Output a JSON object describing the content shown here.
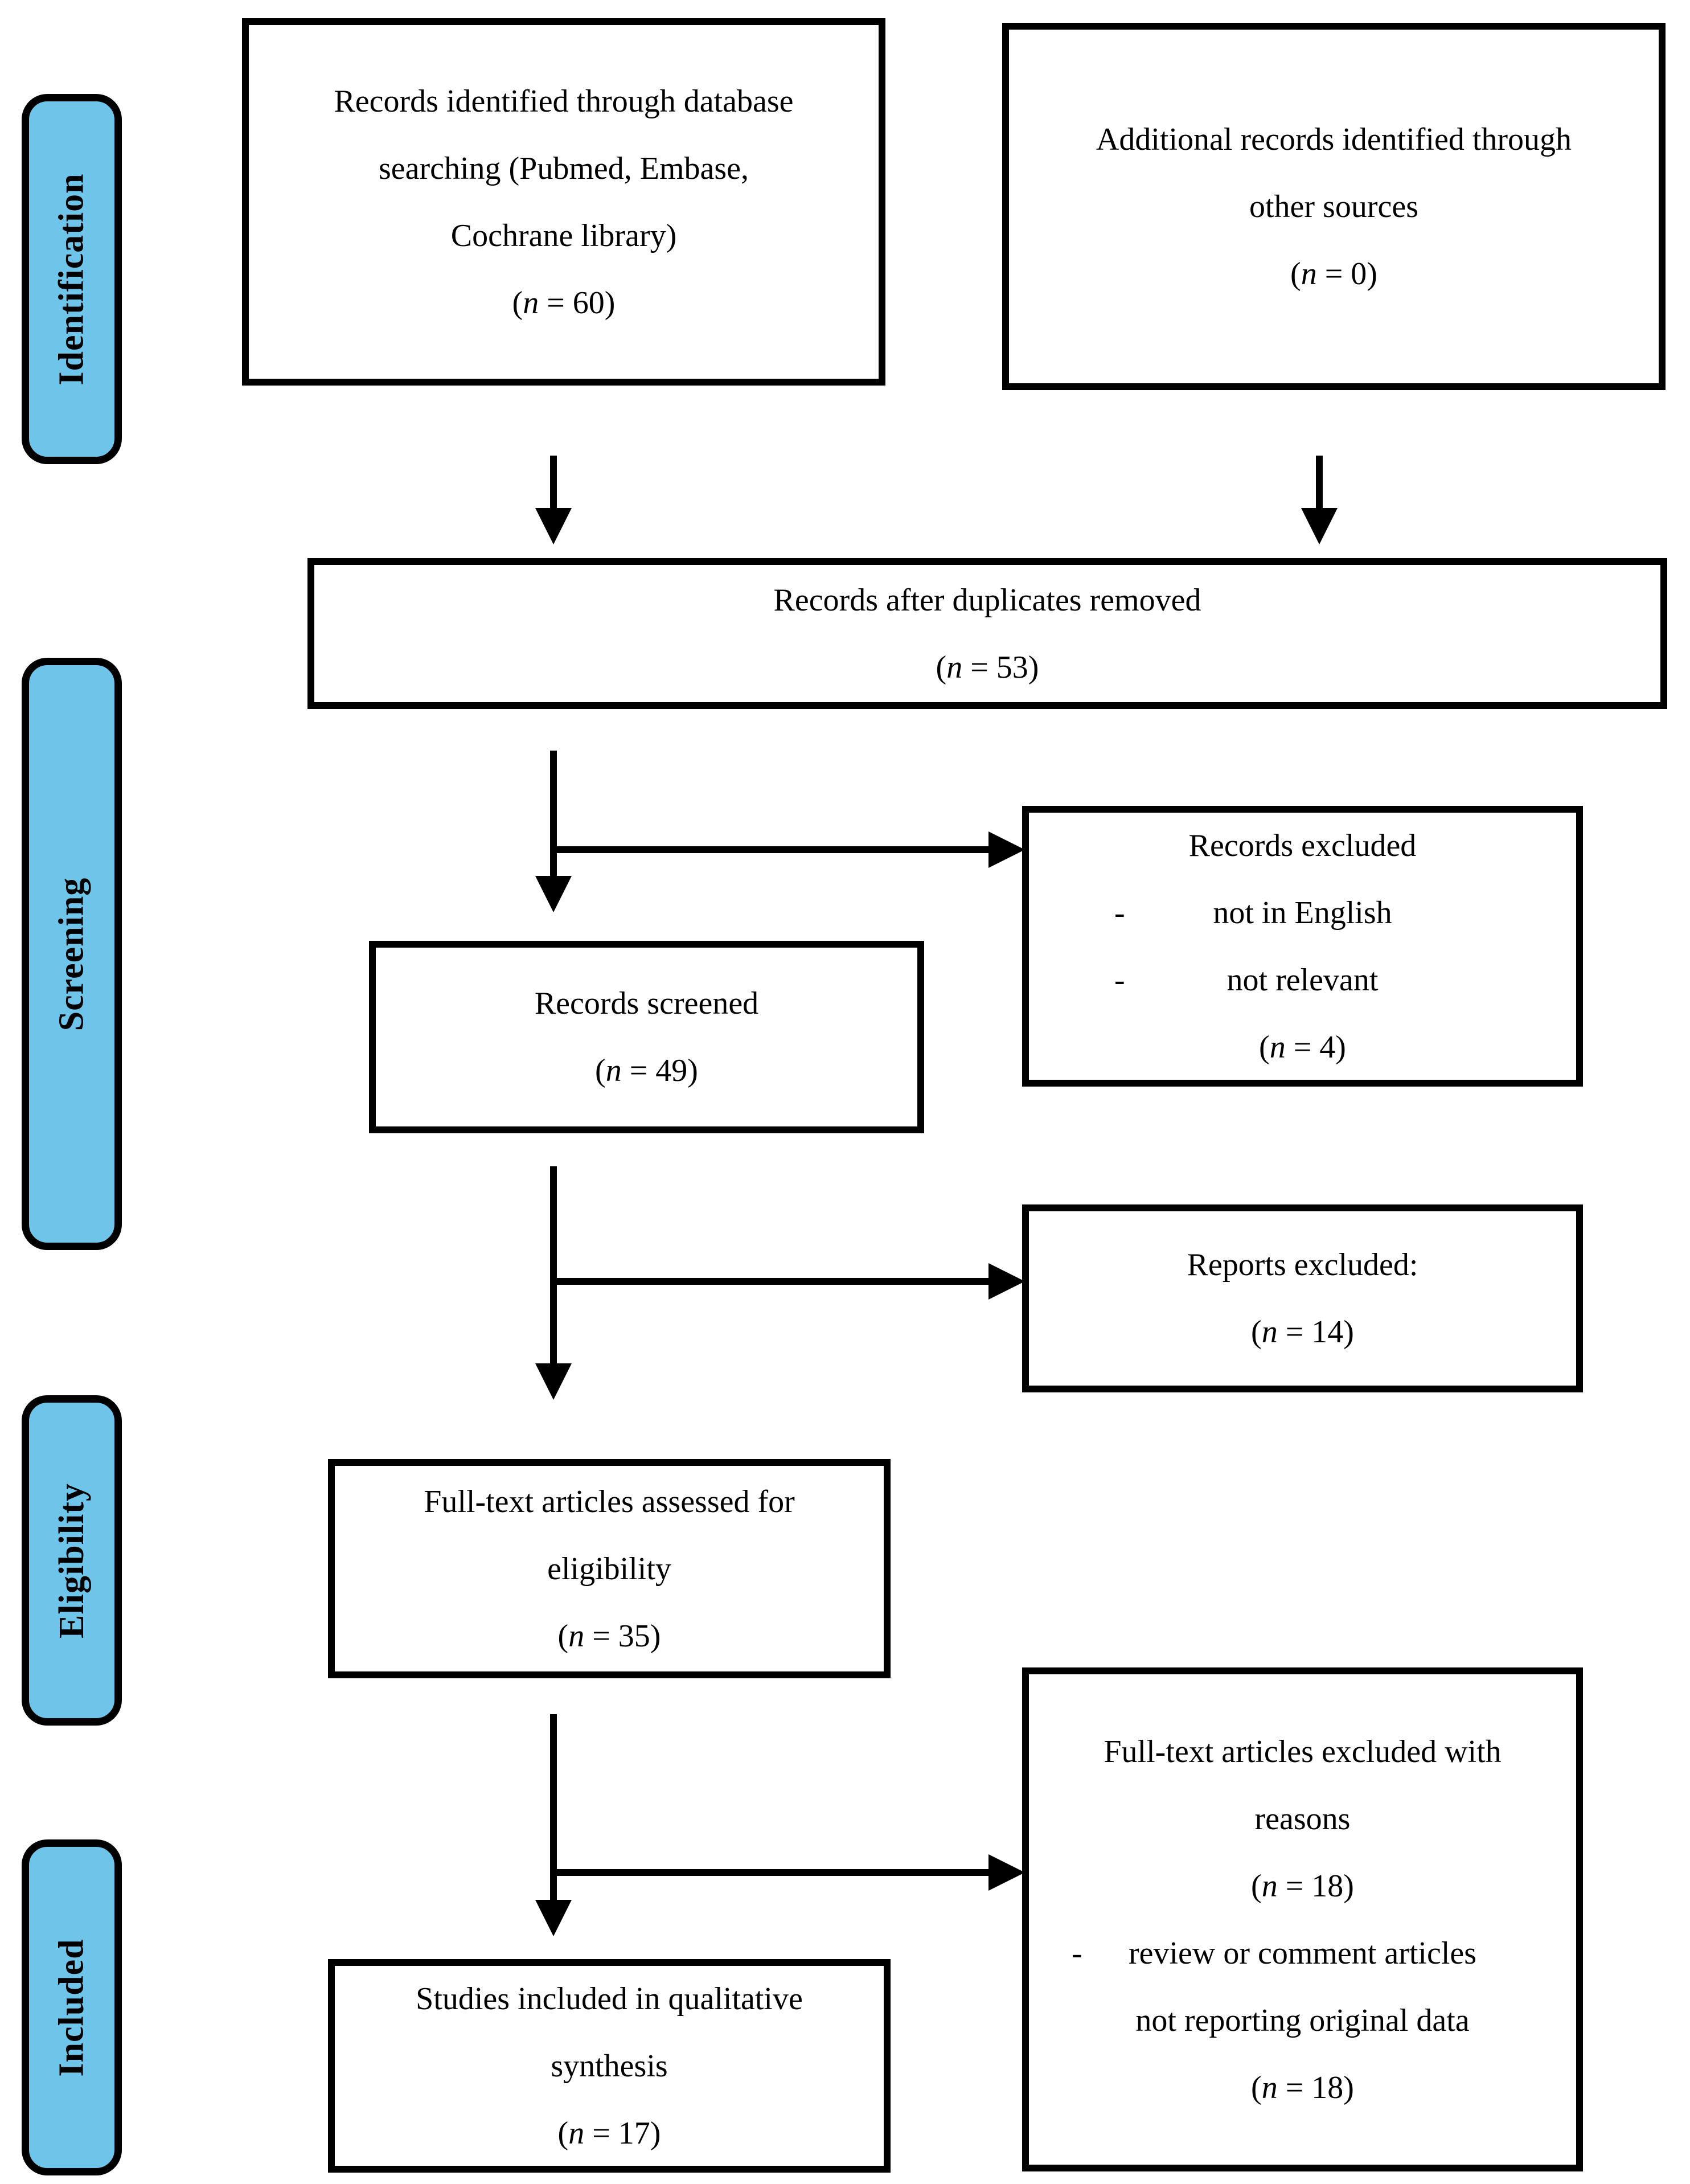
{
  "colors": {
    "stage_fill": "#6EC5E9",
    "line": "#000000",
    "background": "#ffffff"
  },
  "stages": {
    "identification": "Identification",
    "screening": "Screening",
    "eligibility": "Eligibility",
    "included": "Included"
  },
  "boxes": {
    "identified": {
      "line1": "Records identified through database",
      "line2": "searching (Pubmed, Embase,",
      "line3": "Cochrane library)",
      "n": "(n = 60)"
    },
    "additional": {
      "line1": "Additional records identified through",
      "line2": "other sources",
      "n": "(n = 0)"
    },
    "deduplicated": {
      "line1": "Records after duplicates removed",
      "n": "(n = 53)"
    },
    "screened": {
      "line1": "Records screened",
      "n": "(n = 49)"
    },
    "records_excluded": {
      "title": "Records excluded",
      "dash": "-",
      "bullet1": "not in English",
      "bullet2": "not relevant",
      "n": "(n = 4)"
    },
    "fulltext_assessed": {
      "line1": "Full-text articles assessed for",
      "line2": "eligibility",
      "n": "(n = 35)"
    },
    "reports_excluded": {
      "title": "Reports excluded:",
      "n": "(n = 14)"
    },
    "fulltext_excluded": {
      "line1": "Full-text articles excluded with",
      "line2": "reasons",
      "n1": "(n = 18)",
      "dash": "-",
      "bullet_line1": "review or comment articles",
      "bullet_line2": "not reporting original data",
      "n2": "(n = 18)"
    },
    "included_studies": {
      "line1": "Studies included in qualitative",
      "line2": "synthesis",
      "n": "(n = 17)"
    }
  }
}
